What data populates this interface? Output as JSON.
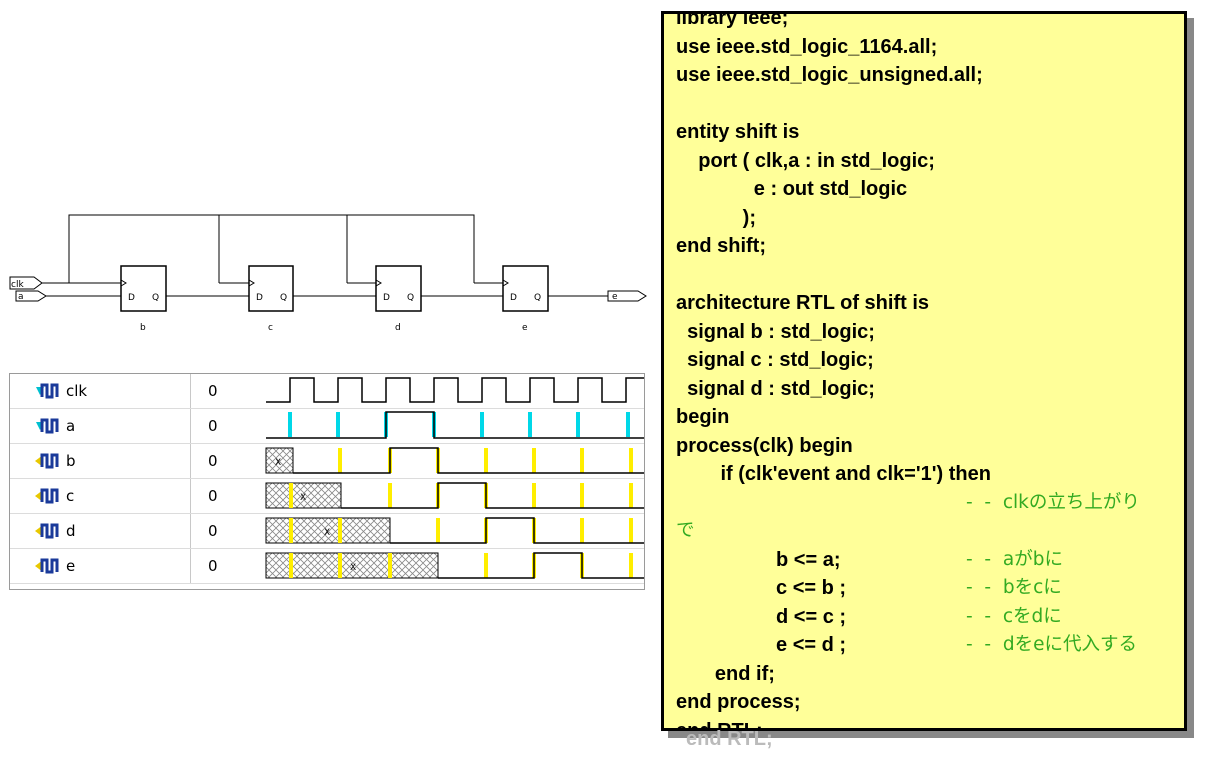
{
  "circuit": {
    "inputs": [
      "clk",
      "a"
    ],
    "output": "e",
    "flipflops": [
      {
        "label": "b",
        "d": "D",
        "q": "Q"
      },
      {
        "label": "c",
        "d": "D",
        "q": "Q"
      },
      {
        "label": "d",
        "d": "D",
        "q": "Q"
      },
      {
        "label": "e",
        "d": "D",
        "q": "Q"
      }
    ]
  },
  "waveform": {
    "signals": [
      {
        "name": "clk",
        "value": "0"
      },
      {
        "name": "a",
        "value": "0"
      },
      {
        "name": "b",
        "value": "0"
      },
      {
        "name": "c",
        "value": "0"
      },
      {
        "name": "d",
        "value": "0"
      },
      {
        "name": "e",
        "value": "0"
      }
    ],
    "unknown_symbol": "X",
    "colors": {
      "a_marker": "#00d8e8",
      "event_marker": "#ffee00",
      "wave": "#000000"
    }
  },
  "code": {
    "lines": [
      "library ieee;",
      "use ieee.std_logic_1164.all;",
      "use ieee.std_logic_unsigned.all;",
      "",
      "entity shift is",
      "    port ( clk,a : in std_logic;",
      "              e : out std_logic",
      "            );",
      "end shift;",
      "",
      "architecture RTL of shift is",
      "  signal b : std_logic;",
      "  signal c : std_logic;",
      "  signal d : std_logic;",
      "begin",
      "process(clk) begin",
      "        if (clk'event and clk='1') then",
      "",
      "",
      "                  b <= a;",
      "                  c <= b ;",
      "                  d <= c ;",
      "                  e <= d ;",
      "       end if;",
      "end process;",
      "end RTL;"
    ],
    "comments": [
      {
        "line": 17,
        "text": "-  -  clkの立ち上がり"
      },
      {
        "line": 18,
        "text": "で",
        "at_margin": true
      },
      {
        "line": 19,
        "text": "-  -  aがbに"
      },
      {
        "line": 20,
        "text": "-  -  bをcに"
      },
      {
        "line": 21,
        "text": "-  -  cをdに"
      },
      {
        "line": 22,
        "text": "-  -  dをeに代入する"
      }
    ],
    "ghost_line": "end RTL;",
    "colors": {
      "background": "#ffff99",
      "comment": "#33aa22",
      "border": "#000000",
      "shadow": "#888888"
    }
  }
}
